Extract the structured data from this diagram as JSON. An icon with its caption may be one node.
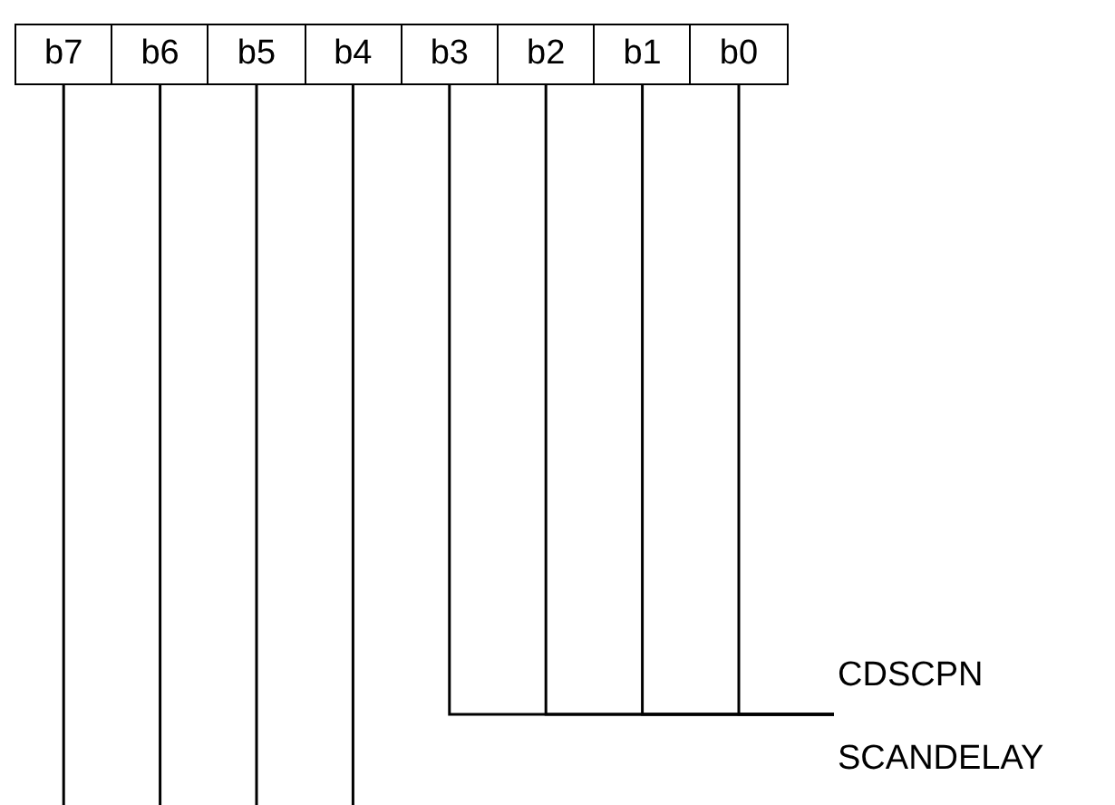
{
  "diagram": {
    "nodes": [
      {
        "text": [
          "b7"
        ]
      },
      {
        "text": [
          "b6"
        ]
      },
      {
        "text": [
          "b5"
        ]
      },
      {
        "text": [
          "b4"
        ]
      },
      {
        "text": [
          "b3"
        ]
      },
      {
        "text": [
          "b2"
        ]
      },
      {
        "text": [
          "b1"
        ]
      },
      {
        "text": [
          "b0"
        ]
      },
      {
        "text": [
          "CDSCPN"
        ]
      },
      {
        "text": [
          "SCANDELAY"
        ]
      }
    ],
    "edges": [
      {
        "from": 0,
        "to": null,
        "arrow": "none"
      },
      {
        "from": 1,
        "to": null,
        "arrow": "none"
      },
      {
        "from": 2,
        "to": null,
        "arrow": "none"
      },
      {
        "from": 3,
        "to": null,
        "arrow": "none"
      },
      {
        "from": 4,
        "to": 8,
        "arrow": "none"
      },
      {
        "from": 5,
        "to": 8,
        "arrow": "none"
      },
      {
        "from": 6,
        "to": 8,
        "arrow": "none"
      },
      {
        "from": 7,
        "to": 8,
        "arrow": "none"
      }
    ]
  }
}
